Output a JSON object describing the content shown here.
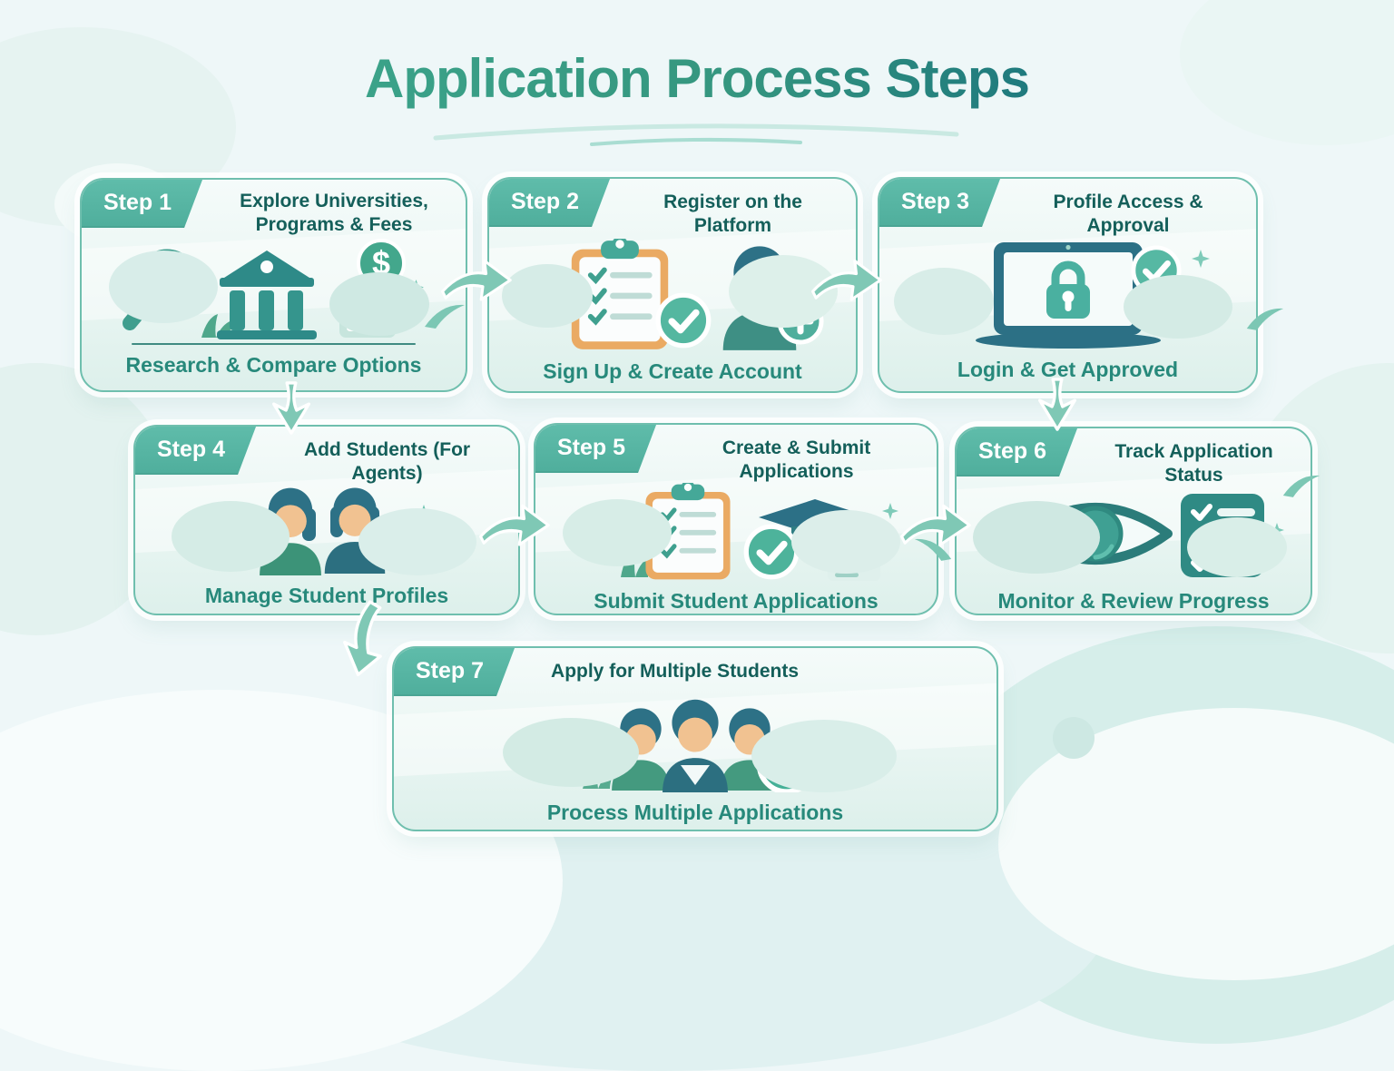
{
  "title": "Application Process Steps",
  "steps": [
    {
      "badge": "Step 1",
      "title": "Explore Universities, Programs & Fees",
      "caption": "Research & Compare Options",
      "icons": [
        "magnifier-icon",
        "university-building-icon",
        "dollar-coin-icon",
        "fees-document-icon",
        "sparkle-icon",
        "bush-icon"
      ]
    },
    {
      "badge": "Step 2",
      "title": "Register on the Platform",
      "caption": "Sign Up & Create Account",
      "icons": [
        "clipboard-checklist-icon",
        "check-circle-icon",
        "person-icon",
        "plus-circle-icon",
        "sparkle-icon"
      ]
    },
    {
      "badge": "Step 3",
      "title": "Profile Access & Approval",
      "caption": "Login & Get Approved",
      "icons": [
        "laptop-icon",
        "lock-icon",
        "check-circle-icon",
        "check-circle-icon",
        "sparkle-icon"
      ]
    },
    {
      "badge": "Step 4",
      "title": "Add Students (For Agents)",
      "caption": "Manage Student Profiles",
      "icons": [
        "student-avatar-icon",
        "student-avatar-icon",
        "sparkle-icon"
      ]
    },
    {
      "badge": "Step 5",
      "title": "Create & Submit Applications",
      "caption": "Submit Student Applications",
      "icons": [
        "clipboard-checklist-icon",
        "graduation-cap-icon",
        "check-circle-icon",
        "document-icon",
        "sparkle-icon",
        "bush-icon"
      ]
    },
    {
      "badge": "Step 6",
      "title": "Track Application Status",
      "caption": "Monitor & Review Progress",
      "icons": [
        "eye-icon",
        "status-checklist-icon",
        "sparkle-icon"
      ]
    },
    {
      "badge": "Step 7",
      "title": "Apply for Multiple Students",
      "caption": "Process Multiple Applications",
      "icons": [
        "student-avatar-icon",
        "student-avatar-icon",
        "student-avatar-icon",
        "check-circle-icon",
        "sparkle-icon",
        "bush-icon"
      ]
    }
  ],
  "arrows": [
    "step1-to-step2",
    "step2-to-step3",
    "step1-to-step4",
    "step3-to-step6",
    "step4-to-step5",
    "step5-to-step6",
    "step4-to-step7"
  ],
  "colors": {
    "page_background": "#eef7f8",
    "title_gradient_start": "#3ba289",
    "title_gradient_end": "#1f7a7e",
    "badge_background": "#56b4a2",
    "badge_text": "#ffffff",
    "card_border": "#6fbfae",
    "card_background_top": "#f5fbfa",
    "card_background_bottom": "#ddf0eb",
    "header_text": "#145f5a",
    "caption_text": "#27897b",
    "arrow_fill": "#7fc8b5",
    "baseline": "#2d8076"
  }
}
